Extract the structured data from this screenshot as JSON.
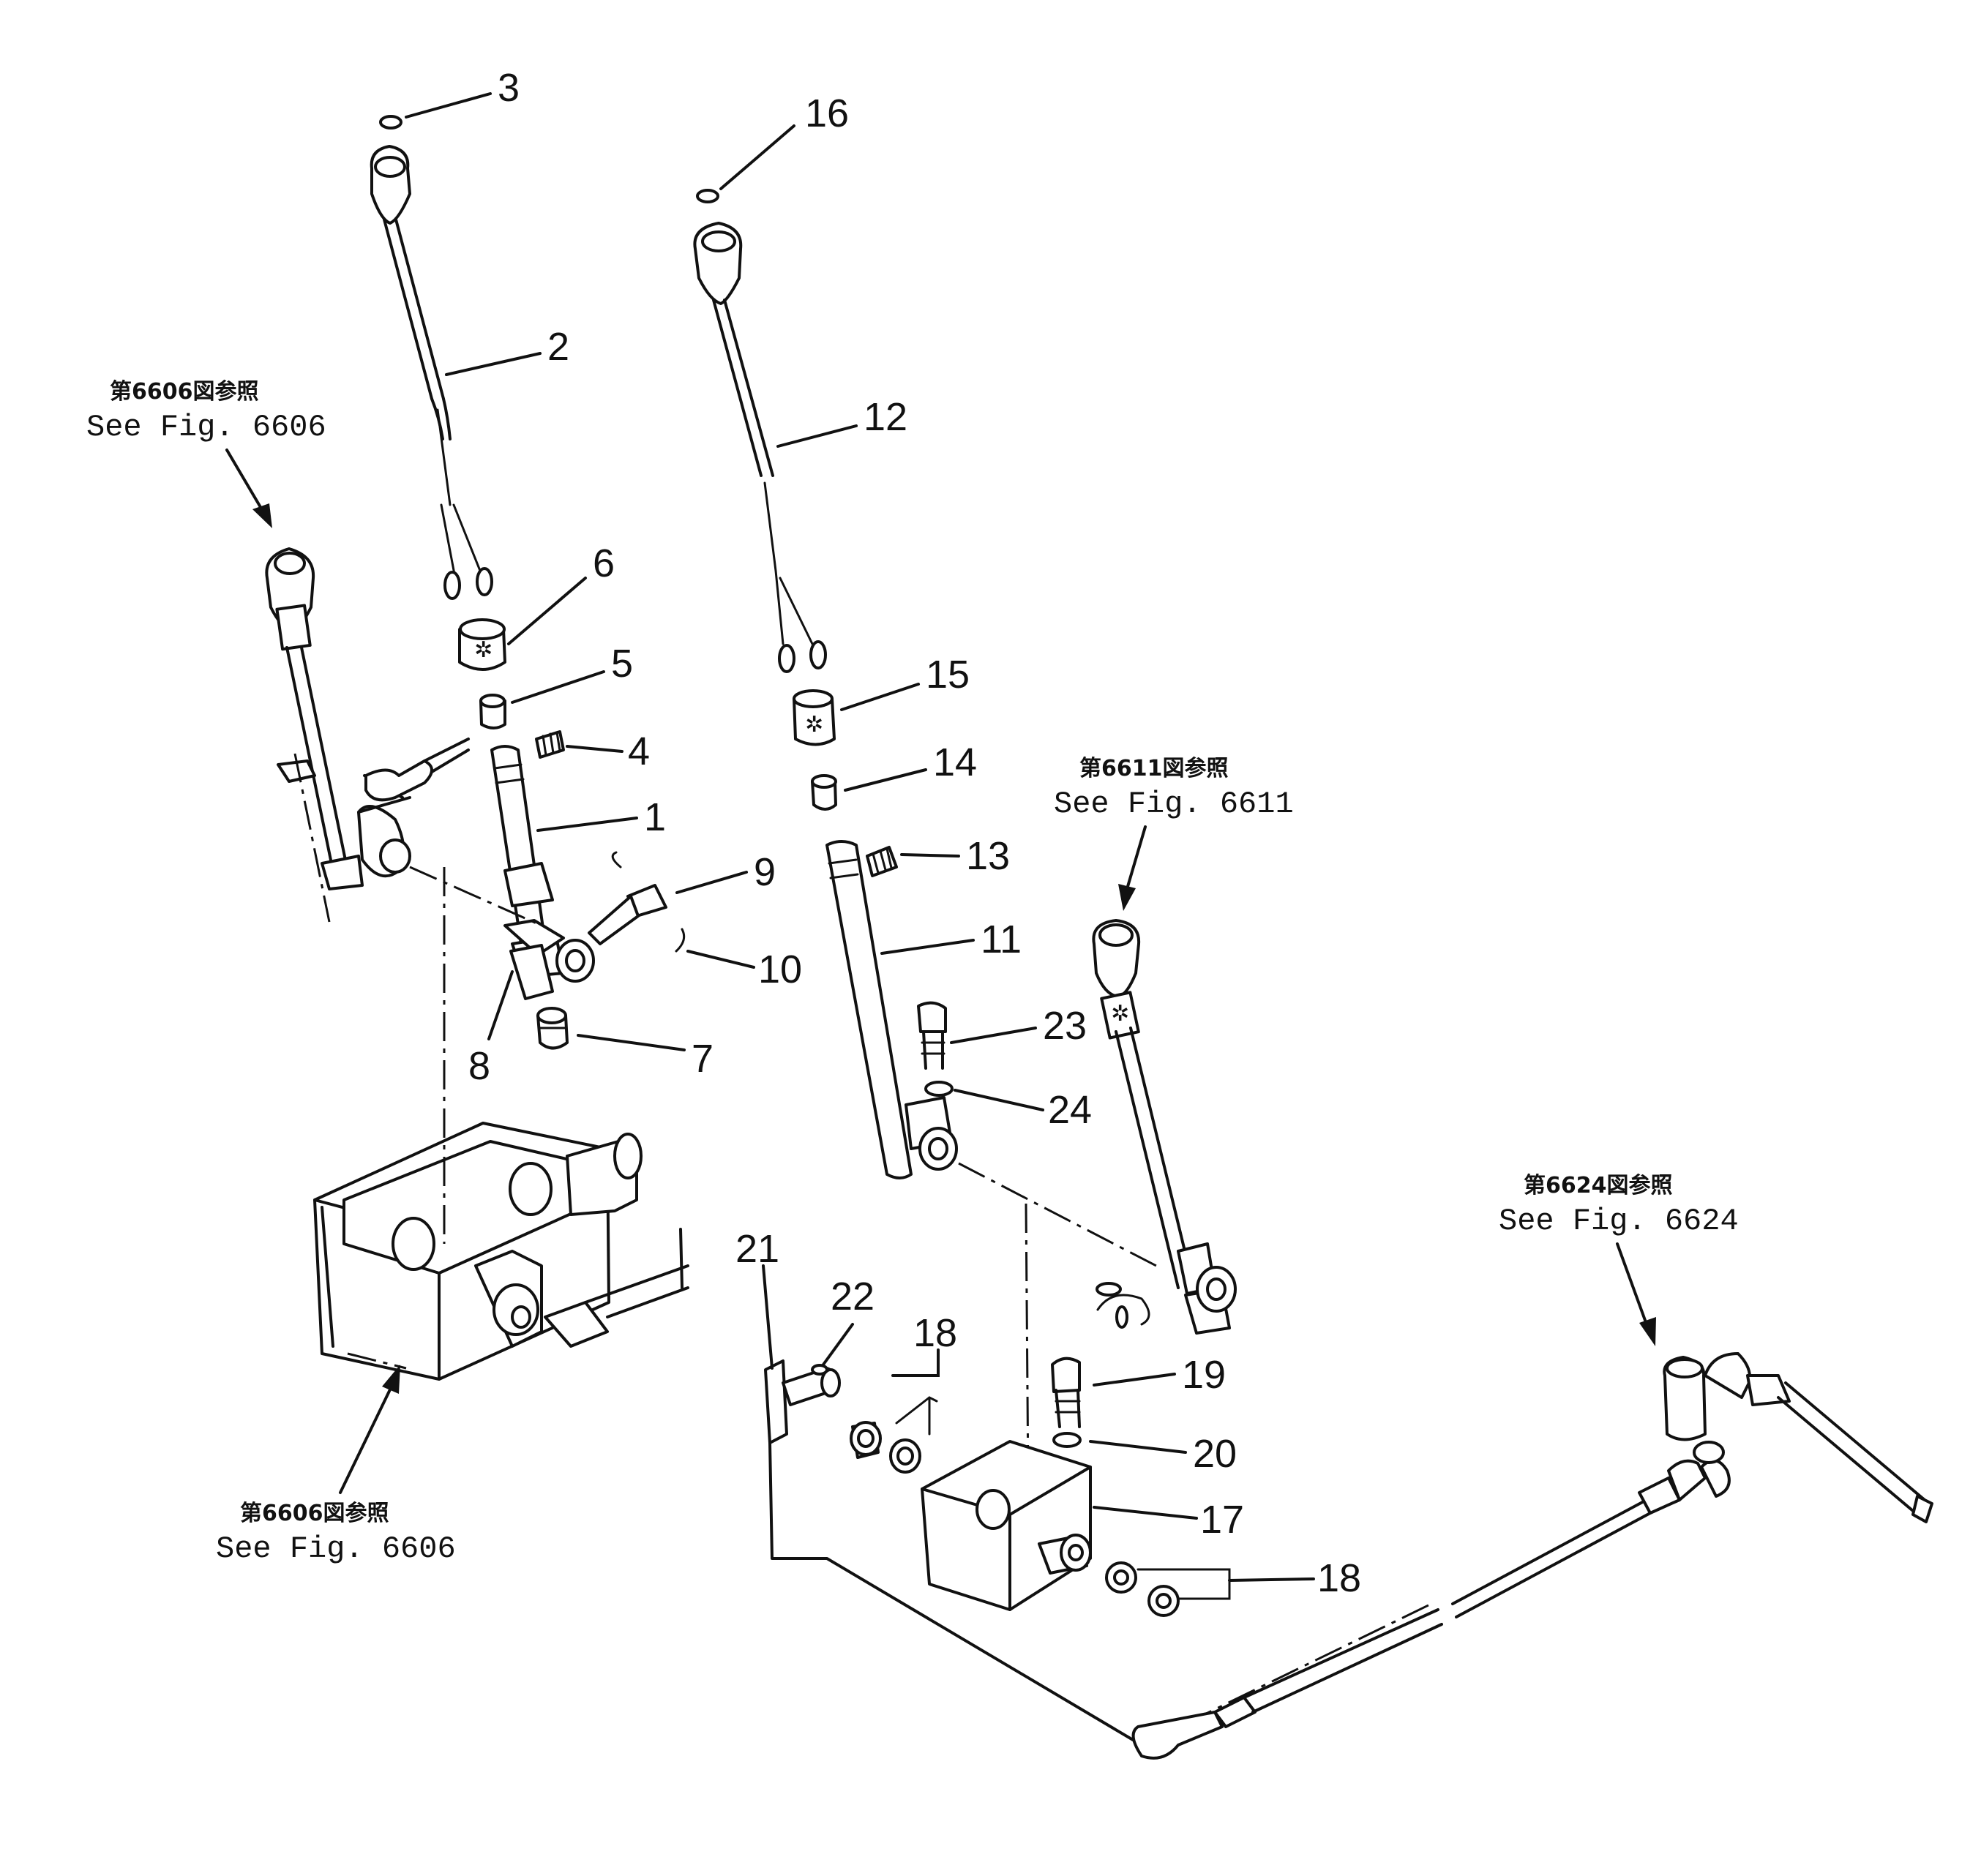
{
  "callouts": [
    {
      "id": "3",
      "label": "3"
    },
    {
      "id": "16",
      "label": "16"
    },
    {
      "id": "2",
      "label": "2"
    },
    {
      "id": "12",
      "label": "12"
    },
    {
      "id": "6",
      "label": "6"
    },
    {
      "id": "5",
      "label": "5"
    },
    {
      "id": "4",
      "label": "4"
    },
    {
      "id": "1",
      "label": "1"
    },
    {
      "id": "9",
      "label": "9"
    },
    {
      "id": "10",
      "label": "10"
    },
    {
      "id": "8",
      "label": "8"
    },
    {
      "id": "7",
      "label": "7"
    },
    {
      "id": "15",
      "label": "15"
    },
    {
      "id": "14",
      "label": "14"
    },
    {
      "id": "13",
      "label": "13"
    },
    {
      "id": "11",
      "label": "11"
    },
    {
      "id": "23",
      "label": "23"
    },
    {
      "id": "24",
      "label": "24"
    },
    {
      "id": "21",
      "label": "21"
    },
    {
      "id": "22",
      "label": "22"
    },
    {
      "id": "18a",
      "label": "18"
    },
    {
      "id": "19",
      "label": "19"
    },
    {
      "id": "20",
      "label": "20"
    },
    {
      "id": "17",
      "label": "17"
    },
    {
      "id": "18b",
      "label": "18"
    }
  ],
  "references": [
    {
      "jp": "第6606図参照",
      "en": "See Fig. 6606"
    },
    {
      "jp": "第6611図参照",
      "en": "See Fig. 6611"
    },
    {
      "jp": "第6624図参照",
      "en": "See Fig. 6624"
    },
    {
      "jp": "第6606図参照",
      "en": "See Fig. 6606"
    }
  ],
  "colors": {
    "ink": "#111111",
    "paper": "#ffffff"
  }
}
